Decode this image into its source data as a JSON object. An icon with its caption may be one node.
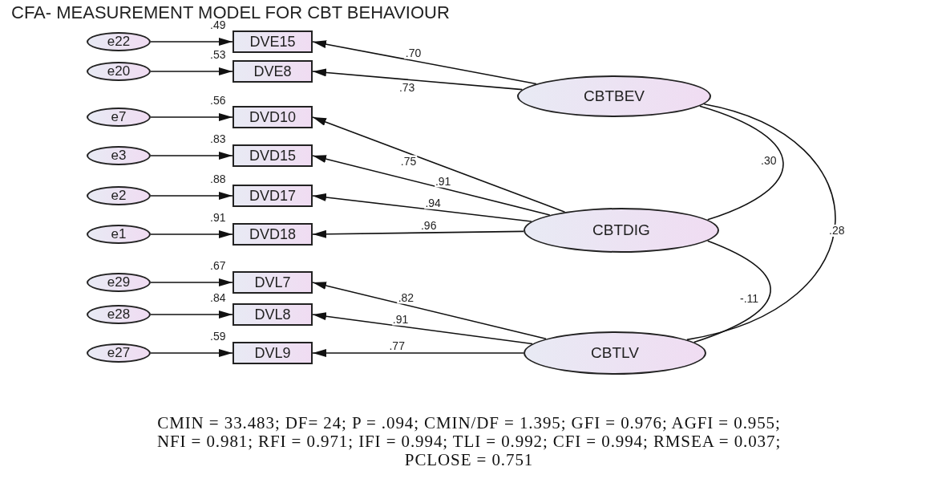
{
  "diagram": {
    "title": "CFA- MEASUREMENT MODEL FOR CBT BEHAVIOUR",
    "caption": "CMIN = 33.483; DF= 24; P = .094; CMIN/DF = 1.395; GFI = 0.976; AGFI = 0.955; NFI = 0.981; RFI = 0.971; IFI = 0.994; TLI = 0.992; CFI = 0.994; RMSEA = 0.037; PCLOSE = 0.751",
    "nodes": [
      {
        "text": [
          "e22"
        ]
      },
      {
        "text": [
          "DVE15"
        ],
        "beside": [
          ".49"
        ]
      },
      {
        "text": [
          "e20"
        ]
      },
      {
        "text": [
          "DVE8"
        ],
        "beside": [
          ".53"
        ]
      },
      {
        "text": [
          "e7"
        ]
      },
      {
        "text": [
          "DVD10"
        ],
        "beside": [
          ".56"
        ]
      },
      {
        "text": [
          "e3"
        ]
      },
      {
        "text": [
          "DVD15"
        ],
        "beside": [
          ".83"
        ]
      },
      {
        "text": [
          "e2"
        ]
      },
      {
        "text": [
          "DVD17"
        ],
        "beside": [
          ".88"
        ]
      },
      {
        "text": [
          "e1"
        ]
      },
      {
        "text": [
          "DVD18"
        ],
        "beside": [
          ".91"
        ]
      },
      {
        "text": [
          "e29"
        ]
      },
      {
        "text": [
          "DVL7"
        ],
        "beside": [
          ".67"
        ]
      },
      {
        "text": [
          "e28"
        ]
      },
      {
        "text": [
          "DVL8"
        ],
        "beside": [
          ".84"
        ]
      },
      {
        "text": [
          "e27"
        ]
      },
      {
        "text": [
          "DVL9"
        ],
        "beside": [
          ".59"
        ]
      },
      {
        "text": [
          "CBTBEV"
        ]
      },
      {
        "text": [
          "CBTDIG"
        ]
      },
      {
        "text": [
          "CBTLV"
        ]
      }
    ],
    "edges": [
      {
        "from": 0,
        "to": 1,
        "arrow": "to"
      },
      {
        "from": 2,
        "to": 3,
        "arrow": "to"
      },
      {
        "from": 4,
        "to": 5,
        "arrow": "to"
      },
      {
        "from": 6,
        "to": 7,
        "arrow": "to"
      },
      {
        "from": 8,
        "to": 9,
        "arrow": "to"
      },
      {
        "from": 10,
        "to": 11,
        "arrow": "to"
      },
      {
        "from": 12,
        "to": 13,
        "arrow": "to"
      },
      {
        "from": 14,
        "to": 15,
        "arrow": "to"
      },
      {
        "from": 16,
        "to": 17,
        "arrow": "to"
      },
      {
        "from": 18,
        "to": 1,
        "arrow": "to",
        "label": ".70"
      },
      {
        "from": 18,
        "to": 3,
        "arrow": "to",
        "label": ".73"
      },
      {
        "from": 19,
        "to": 5,
        "arrow": "to",
        "label": ".75"
      },
      {
        "from": 19,
        "to": 7,
        "arrow": "to",
        "label": ".91"
      },
      {
        "from": 19,
        "to": 9,
        "arrow": "to",
        "label": ".94"
      },
      {
        "from": 19,
        "to": 11,
        "arrow": "to",
        "label": ".96"
      },
      {
        "from": 20,
        "to": 13,
        "arrow": "to",
        "label": ".82"
      },
      {
        "from": 20,
        "to": 15,
        "arrow": "to",
        "label": ".91"
      },
      {
        "from": 20,
        "to": 17,
        "arrow": "to",
        "label": ".77"
      },
      {
        "from": 18,
        "to": 19,
        "arrow": "none",
        "label": ".30"
      },
      {
        "from": 18,
        "to": 20,
        "arrow": "none",
        "label": ".28"
      },
      {
        "from": 19,
        "to": 20,
        "arrow": "none",
        "label": "-.11"
      }
    ]
  }
}
